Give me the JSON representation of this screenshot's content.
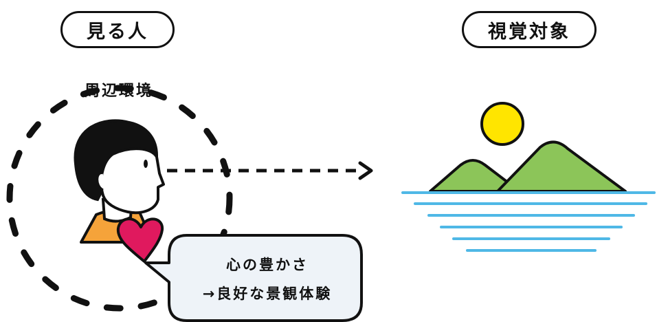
{
  "viewer": {
    "label": "見る人"
  },
  "object": {
    "label": "視覚対象"
  },
  "environment": {
    "label": "周辺環境"
  },
  "bubble": {
    "line1": "心の豊かさ",
    "line2": "→良好な景観体験"
  },
  "colors": {
    "stroke": "#111111",
    "shirt": "#f5a33a",
    "heart": "#e0195e",
    "bubble_fill": "#eef3f8",
    "sun": "#ffe500",
    "mountain": "#8cc559",
    "water": "#4fb8e6"
  },
  "icons": [
    "person-icon",
    "heart-icon",
    "sun-icon",
    "mountain-icon",
    "water-lines-icon",
    "arrow-right-icon"
  ]
}
